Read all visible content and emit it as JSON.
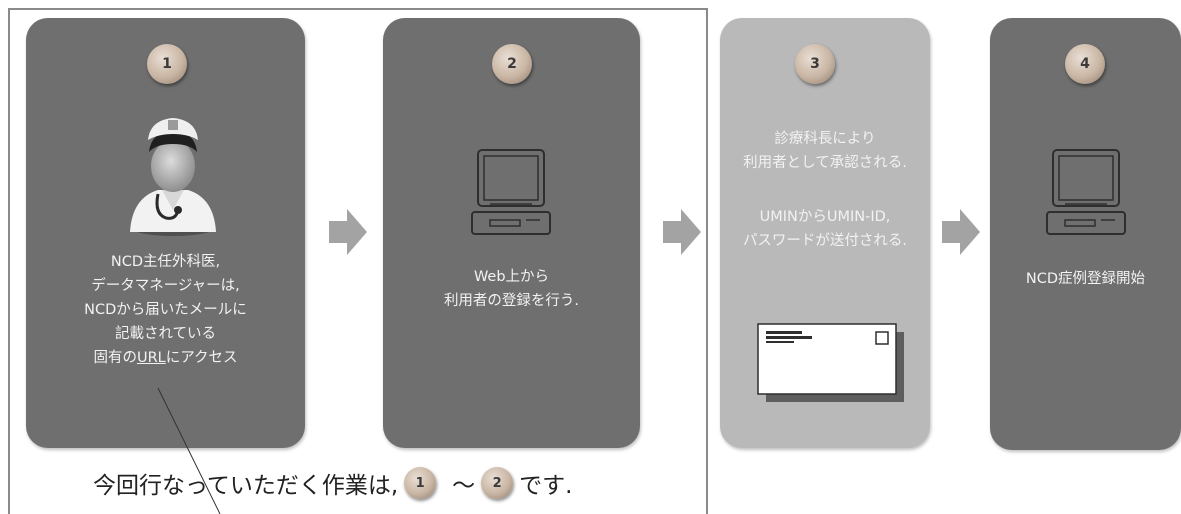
{
  "steps": [
    {
      "number": "1",
      "lines": [
        "NCD主任外科医,",
        "データマネージャーは,",
        "NCDから届いたメールに",
        "記載されている"
      ],
      "last_line_prefix": "固有の",
      "last_line_link": "URL",
      "last_line_suffix": "にアクセス"
    },
    {
      "number": "2",
      "lines": [
        "Web上から",
        "利用者の登録を行う."
      ]
    },
    {
      "number": "3",
      "lines_a": [
        "診療科長により",
        "利用者として承認される."
      ],
      "lines_b": [
        "UMINからUMIN-ID,",
        "パスワードが送付される."
      ]
    },
    {
      "number": "4",
      "lines": [
        "NCD症例登録開始"
      ]
    }
  ],
  "footer": {
    "prefix": "今回行なっていただく作業は,",
    "start_badge": "1",
    "tilde": "～",
    "end_badge": "2",
    "suffix": "です."
  },
  "icons": [
    "doctor-icon",
    "computer-icon",
    "envelope-icon",
    "arrow-right-icon"
  ],
  "colors": {
    "dark_card": "#6f6f6f",
    "light_card": "#b9b9b9",
    "arrow": "#a3a3a3",
    "badge": "#c9b5a3"
  }
}
